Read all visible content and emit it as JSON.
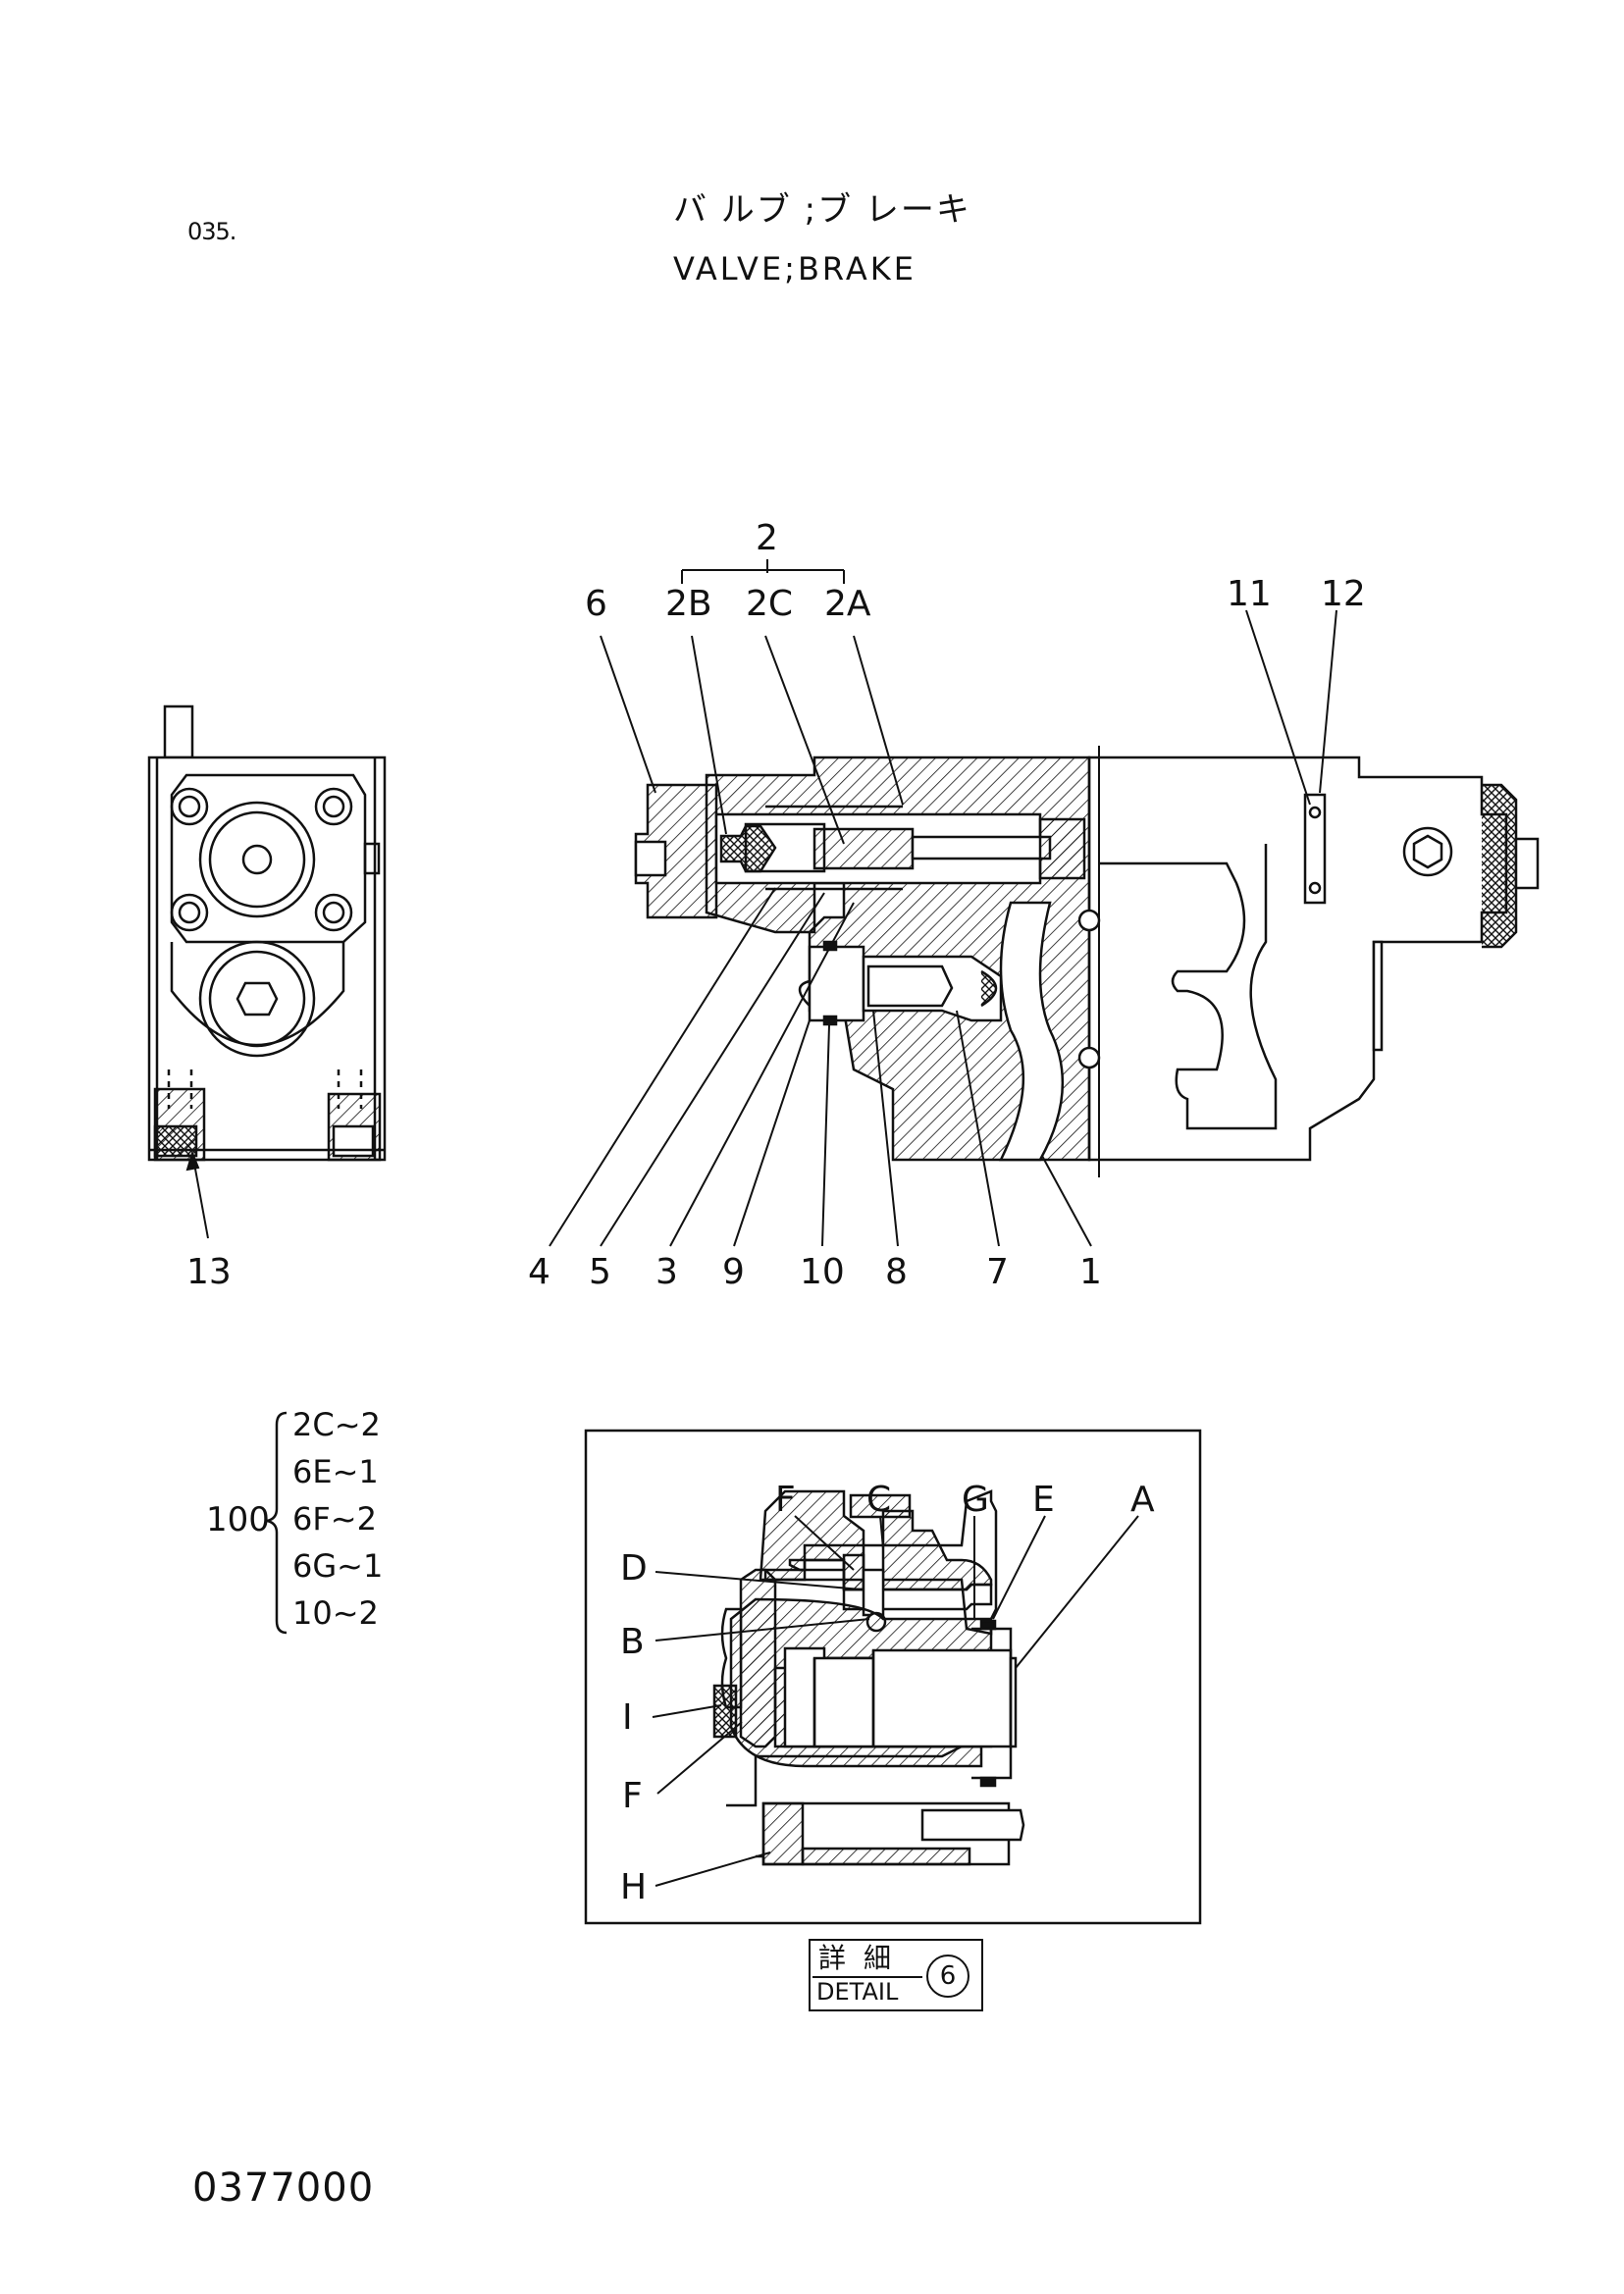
{
  "header": {
    "page_code": "035.",
    "title_jp": "バ ルブ ;ブ レーキ",
    "title_en": "VALVE;BRAKE"
  },
  "main_view_labels": {
    "assembly": "2",
    "sub_2b": "2B",
    "sub_2c": "2C",
    "sub_2a": "2A",
    "p6": "6",
    "p11": "11",
    "p12": "12",
    "p4": "4",
    "p5": "5",
    "p3": "3",
    "p9": "9",
    "p10": "10",
    "p8": "8",
    "p7": "7",
    "p1": "1"
  },
  "side_view_labels": {
    "p13": "13"
  },
  "seal_kit": {
    "number": "100",
    "items": [
      "2C~2",
      "6E~1",
      "6F~2",
      "6G~1",
      "10~2"
    ]
  },
  "detail_view_labels": {
    "F_top": "F",
    "C": "C",
    "G": "G",
    "E": "E",
    "A": "A",
    "D": "D",
    "B": "B",
    "I": "I",
    "F_bottom": "F",
    "H": "H"
  },
  "detail_caption": {
    "jp": "詳細",
    "en": "DETAIL",
    "ref": "6"
  },
  "footer": {
    "doc_number": "0377000"
  }
}
